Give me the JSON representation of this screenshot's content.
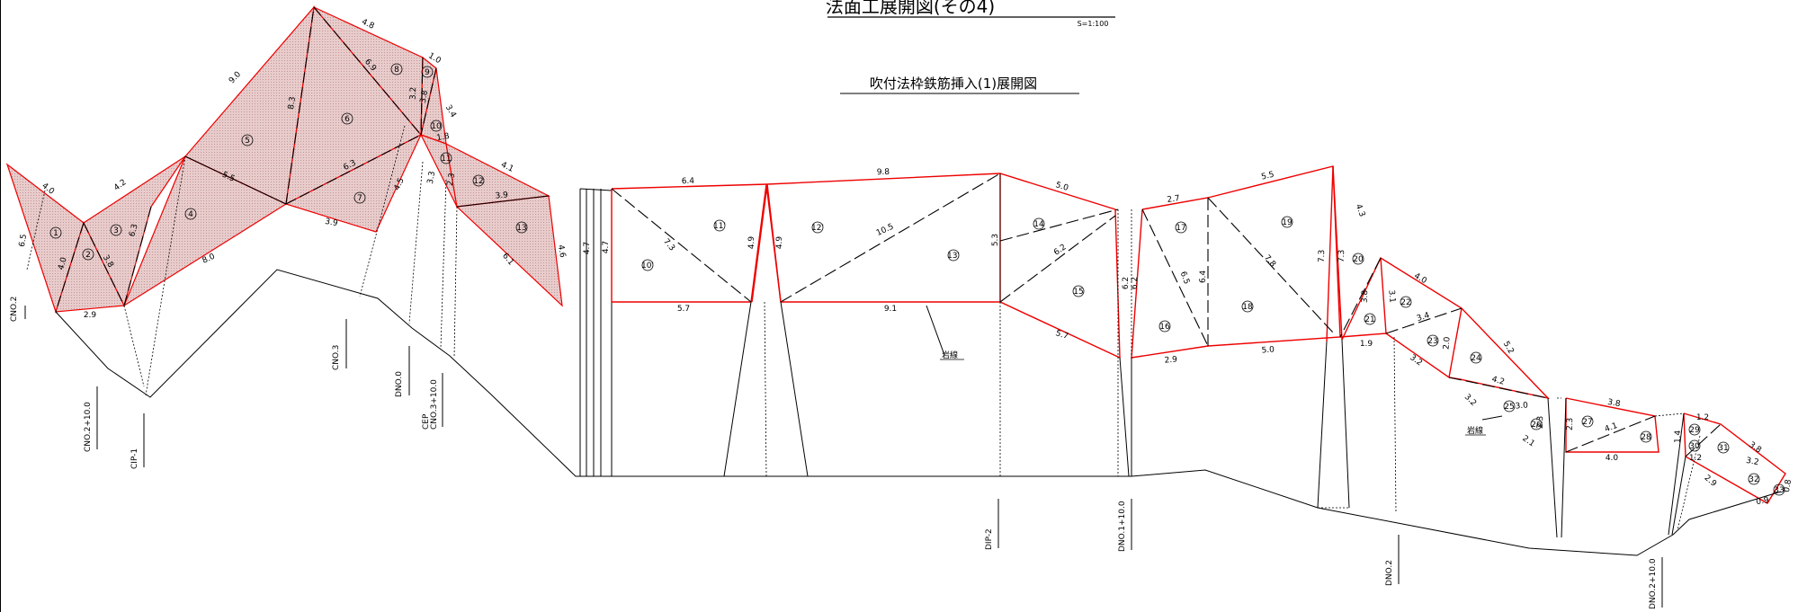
{
  "title": "法面工展開図(その4)",
  "scale": "S=1:100",
  "subtitle": "吹付法枠鉄筋挿入(1)展開図",
  "annotations": [
    "岩線",
    "岩線"
  ],
  "panels": [
    "①",
    "②",
    "③",
    "④",
    "⑤",
    "⑥",
    "⑦",
    "⑧",
    "⑨",
    "⑩",
    "⑪",
    "⑫",
    "⑬",
    "⑭",
    "⑮",
    "⑯",
    "⑰",
    "⑱",
    "⑲",
    "⑳",
    "㉑",
    "㉒",
    "㉓",
    "㉔",
    "㉕",
    "㉖",
    "㉗",
    "㉘",
    "㉙",
    "㉚",
    "㉛",
    "㉜",
    "㉝",
    "⑩'",
    "⑪'",
    "⑫'",
    "⑬'"
  ],
  "dimensions": [
    "4.0",
    "6.5",
    "4.2",
    "4.0",
    "3.8",
    "2.9",
    "6.3",
    "9.0",
    "5.5",
    "8.0",
    "8.3",
    "4.8",
    "6.9",
    "6.3",
    "3.9",
    "4.5",
    "1.0",
    "3.2",
    "3.8",
    "1.8",
    "3.4",
    "3.3",
    "2.3",
    "4.1",
    "3.9",
    "6.1",
    "4.6",
    "6.4",
    "9.8",
    "5.0",
    "4.7",
    "4.7",
    "7.3",
    "4.9",
    "4.9",
    "10.5",
    "5.3",
    "5.7",
    "9.1",
    "6.2",
    "5.7",
    "6.2",
    "6.2",
    "2.7",
    "5.5",
    "6.5",
    "6.4",
    "7.8",
    "2.9",
    "5.0",
    "7.3",
    "7.3",
    "4.3",
    "3.8",
    "3.1",
    "4.0",
    "3.4",
    "2.0",
    "1.9",
    "3.2",
    "5.2",
    "4.2",
    "3.2",
    "3.0",
    "2.3",
    "2.1",
    "3.8",
    "4.1",
    "2.3",
    "4.0",
    "1.2",
    "1.4",
    "3.8",
    "1.2",
    "3.2",
    "2.9",
    "0.8",
    "0.9"
  ],
  "stations": [
    "CNO.2",
    "CNO.2+10.0",
    "CIP-1",
    "CNO.3",
    "DNO.0",
    "CEP",
    "CNO.3+10.0",
    "DIP-2",
    "DNO.1+10.0",
    "DNO.2",
    "DNO.2+10.0"
  ]
}
